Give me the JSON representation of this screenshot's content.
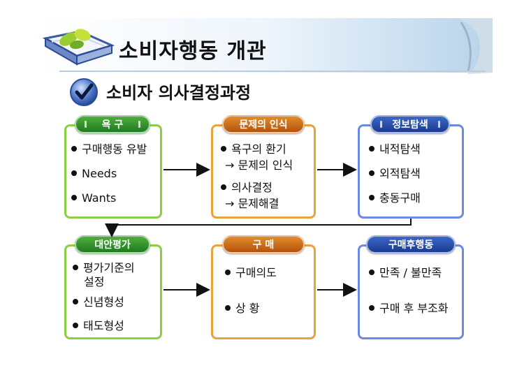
{
  "header": {
    "title": "소비자행동 개관"
  },
  "section": {
    "subtitle": "소비자 의사결정과정"
  },
  "steps": [
    {
      "label": "욕 구",
      "items": [
        "구매행동 유발",
        "Needs",
        "Wants"
      ]
    },
    {
      "label": "문제의 인식",
      "items": [
        "욕구의 환기",
        "→ 문제의 인식",
        "의사결정",
        "→ 문제해결"
      ]
    },
    {
      "label": "정보탐색",
      "items": [
        "내적탐색",
        "외적탐색",
        "충동구매"
      ]
    },
    {
      "label": "대안평가",
      "items": [
        "평가기준의",
        "설정",
        "신념형성",
        "태도형성"
      ]
    },
    {
      "label": "구 매",
      "items": [
        "구매의도",
        "상 황"
      ]
    },
    {
      "label": "구매후행동",
      "items": [
        "만족 / 불만족",
        "구매 후 부조화"
      ]
    }
  ],
  "colors": {
    "green": "#8ccf44",
    "orange": "#e8a23e",
    "blue": "#6c8ae0"
  }
}
